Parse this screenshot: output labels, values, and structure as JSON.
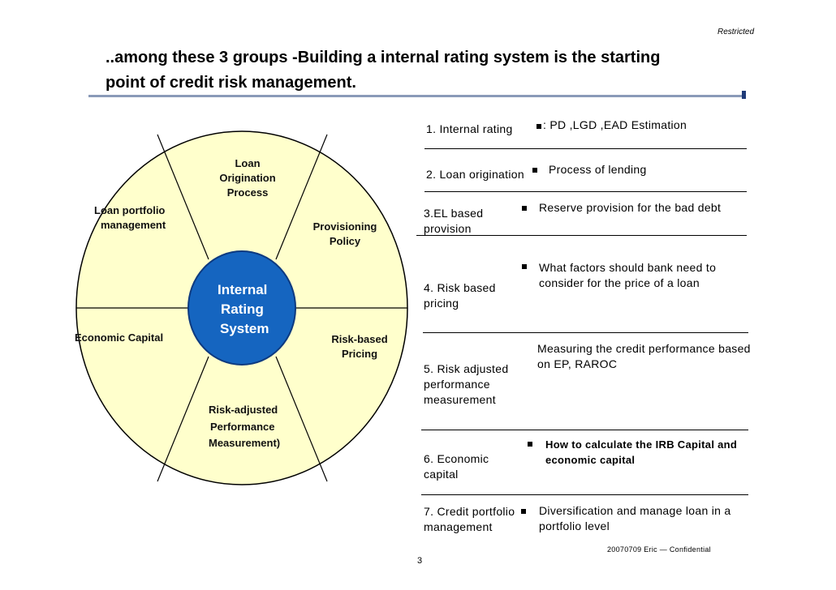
{
  "header": {
    "restricted": "Restricted"
  },
  "title": {
    "line1": "..among these 3 groups -Building a  internal rating system is the starting",
    "line2": "point of credit risk management."
  },
  "wheel": {
    "colors": {
      "segment_fill": "#ffffcc",
      "center_fill": "#1565c0",
      "center_border": "#0d3a80",
      "outline": "#000000"
    },
    "center": [
      "Internal",
      "Rating",
      "System"
    ],
    "segments": {
      "loan_origination": [
        "Loan",
        "Origination",
        "Process"
      ],
      "provisioning": [
        "Provisioning",
        "Policy"
      ],
      "risk_pricing": [
        "Risk-based",
        "Pricing"
      ],
      "risk_adjusted": [
        "Risk-adjusted",
        "Performance",
        "Measurement)"
      ],
      "economic_capital": [
        "Economic Capital"
      ],
      "loan_portfolio": [
        "Loan portfolio",
        "management"
      ]
    }
  },
  "steps": [
    {
      "label": [
        "1. Internal rating"
      ],
      "desc": [
        ": PD ,LGD ,EAD Estimation"
      ],
      "bullet": true,
      "bold": false
    },
    {
      "label": [
        "2. Loan origination"
      ],
      "desc": [
        "Process of lending"
      ],
      "bullet": true,
      "bold": false
    },
    {
      "label": [
        "3.EL based",
        "provision"
      ],
      "desc": [
        "Reserve provision for the bad debt"
      ],
      "bullet": true,
      "bold": false
    },
    {
      "label": [
        "4. Risk based",
        "pricing"
      ],
      "desc": [
        "What factors should bank need to",
        "consider for the price of a loan"
      ],
      "bullet": true,
      "bold": false
    },
    {
      "label": [
        "5. Risk adjusted",
        "performance",
        "measurement"
      ],
      "desc": [
        "Measuring the credit performance based",
        "on EP, RAROC"
      ],
      "bullet": false,
      "bold": false
    },
    {
      "label": [
        "6. Economic",
        "capital"
      ],
      "desc": [
        "How to calculate the IRB Capital and",
        "economic capital"
      ],
      "bullet": true,
      "bold": true
    },
    {
      "label": [
        "7. Credit portfolio",
        "management"
      ],
      "desc": [
        "Diversification and manage loan in a",
        "portfolio level"
      ],
      "bullet": true,
      "bold": false
    }
  ],
  "footer": {
    "text": "20070709 Eric — Confidential",
    "page": "3"
  }
}
